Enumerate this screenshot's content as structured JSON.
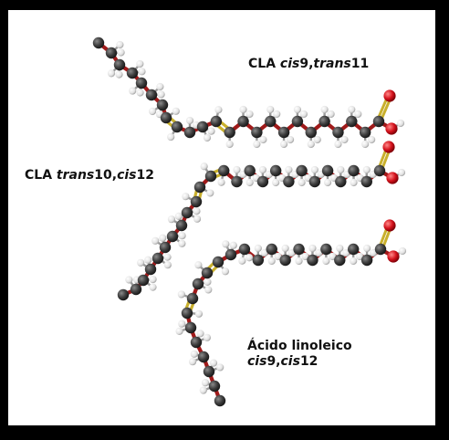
{
  "labels": {
    "cla_c9t11": {
      "prefix": "CLA ",
      "p1": "cis",
      "n1": "9,",
      "p2": "trans",
      "n2": "11"
    },
    "cla_t10c12": {
      "prefix": "CLA ",
      "p1": "trans",
      "n1": "10,",
      "p2": "cis",
      "n2": "12"
    },
    "linoleic": {
      "line1": "Ácido linoleico",
      "p1": "cis",
      "n1": "9,",
      "p2": "cis",
      "n2": "12"
    }
  },
  "colors": {
    "background": "#ffffff",
    "border": "#000000",
    "carbon": "#3d3d3d",
    "hydrogen": "#ececec",
    "oxygen": "#d4121c",
    "single_bond": "#a01a1a",
    "double_bond": "#c9b02c"
  }
}
